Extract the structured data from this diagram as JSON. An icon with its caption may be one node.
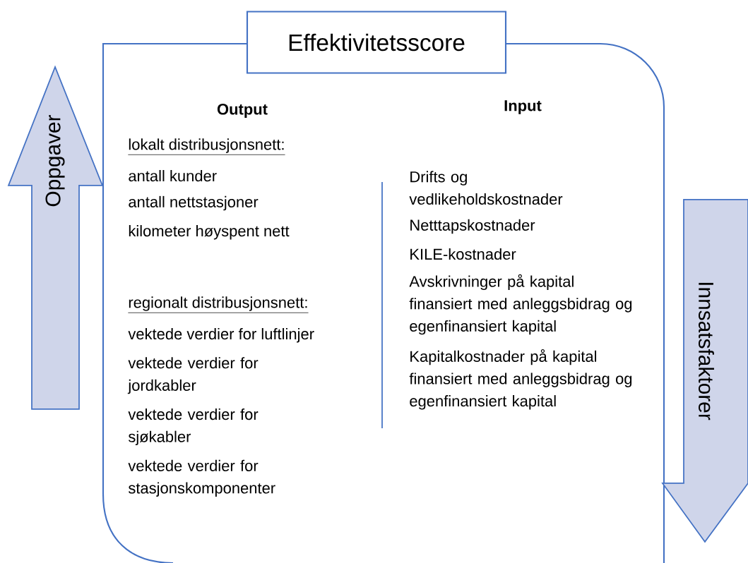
{
  "diagram": {
    "nodes": [
      {
        "text": [
          "Effektivitetsscore"
        ]
      },
      {
        "text": [
          "Oppgaver"
        ]
      },
      {
        "text": [
          "Innsatsfaktorer"
        ]
      }
    ],
    "labels": [
      "Output",
      "lokalt distribusjonsnett:",
      "antall kunder",
      "antall nettstasjoner",
      "kilometer høyspent nett",
      "regionalt distribusjonsnett:",
      "vektede verdier for luftlinjer",
      "vektede verdier for jordkabler",
      "vektede verdier for sjøkabler",
      "vektede verdier for stasjonskomponenter",
      "Input",
      "Drifts og vedlikeholdskostnader",
      "Netttapskostnader",
      "KILE-kostnader",
      "Avskrivninger på kapital finansiert med anleggsbidrag og egenfinansiert kapital",
      "Kapitalkostnader på kapital finansiert med anleggsbidrag og egenfinansiert kapital"
    ]
  }
}
